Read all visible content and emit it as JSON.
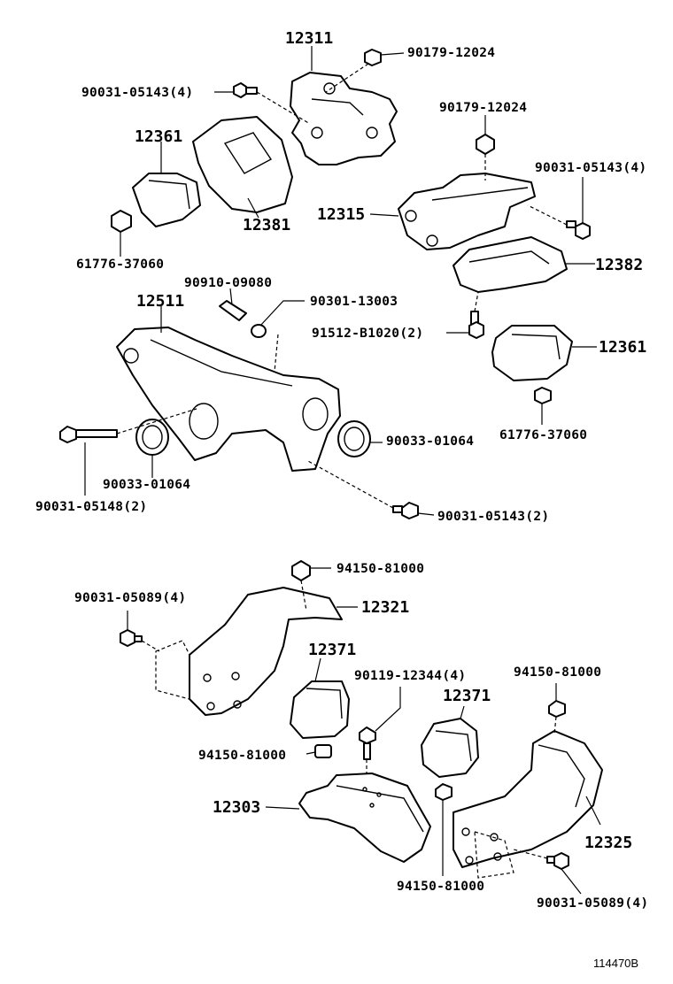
{
  "labels": {
    "p12311": "12311",
    "p90179_top": "90179-12024",
    "p90031_4_top": "90031-05143(4)",
    "p12361_left": "12361",
    "p12381": "12381",
    "p61776_left": "61776-37060",
    "p90179_right": "90179-12024",
    "p90031_4_right": "90031-05143(4)",
    "p12315": "12315",
    "p12382": "12382",
    "p90910": "90910-09080",
    "p90301": "90301-13003",
    "p12511": "12511",
    "p91512": "91512-B1020(2)",
    "p12361_right": "12361",
    "p61776_right": "61776-37060",
    "p90033_right": "90033-01064",
    "p90033_left": "90033-01064",
    "p90031_05148": "90031-05148(2)",
    "p90031_05143_2": "90031-05143(2)",
    "p94150_top": "94150-81000",
    "p90031_05089_left": "90031-05089(4)",
    "p12321": "12321",
    "p12371_left": "12371",
    "p90119": "90119-12344(4)",
    "p12371_right": "12371",
    "p94150_right": "94150-81000",
    "p94150_left": "94150-81000",
    "p12303": "12303",
    "p12325": "12325",
    "p94150_bottom": "94150-81000",
    "p90031_05089_right": "90031-05089(4)",
    "reference": "114470B"
  }
}
